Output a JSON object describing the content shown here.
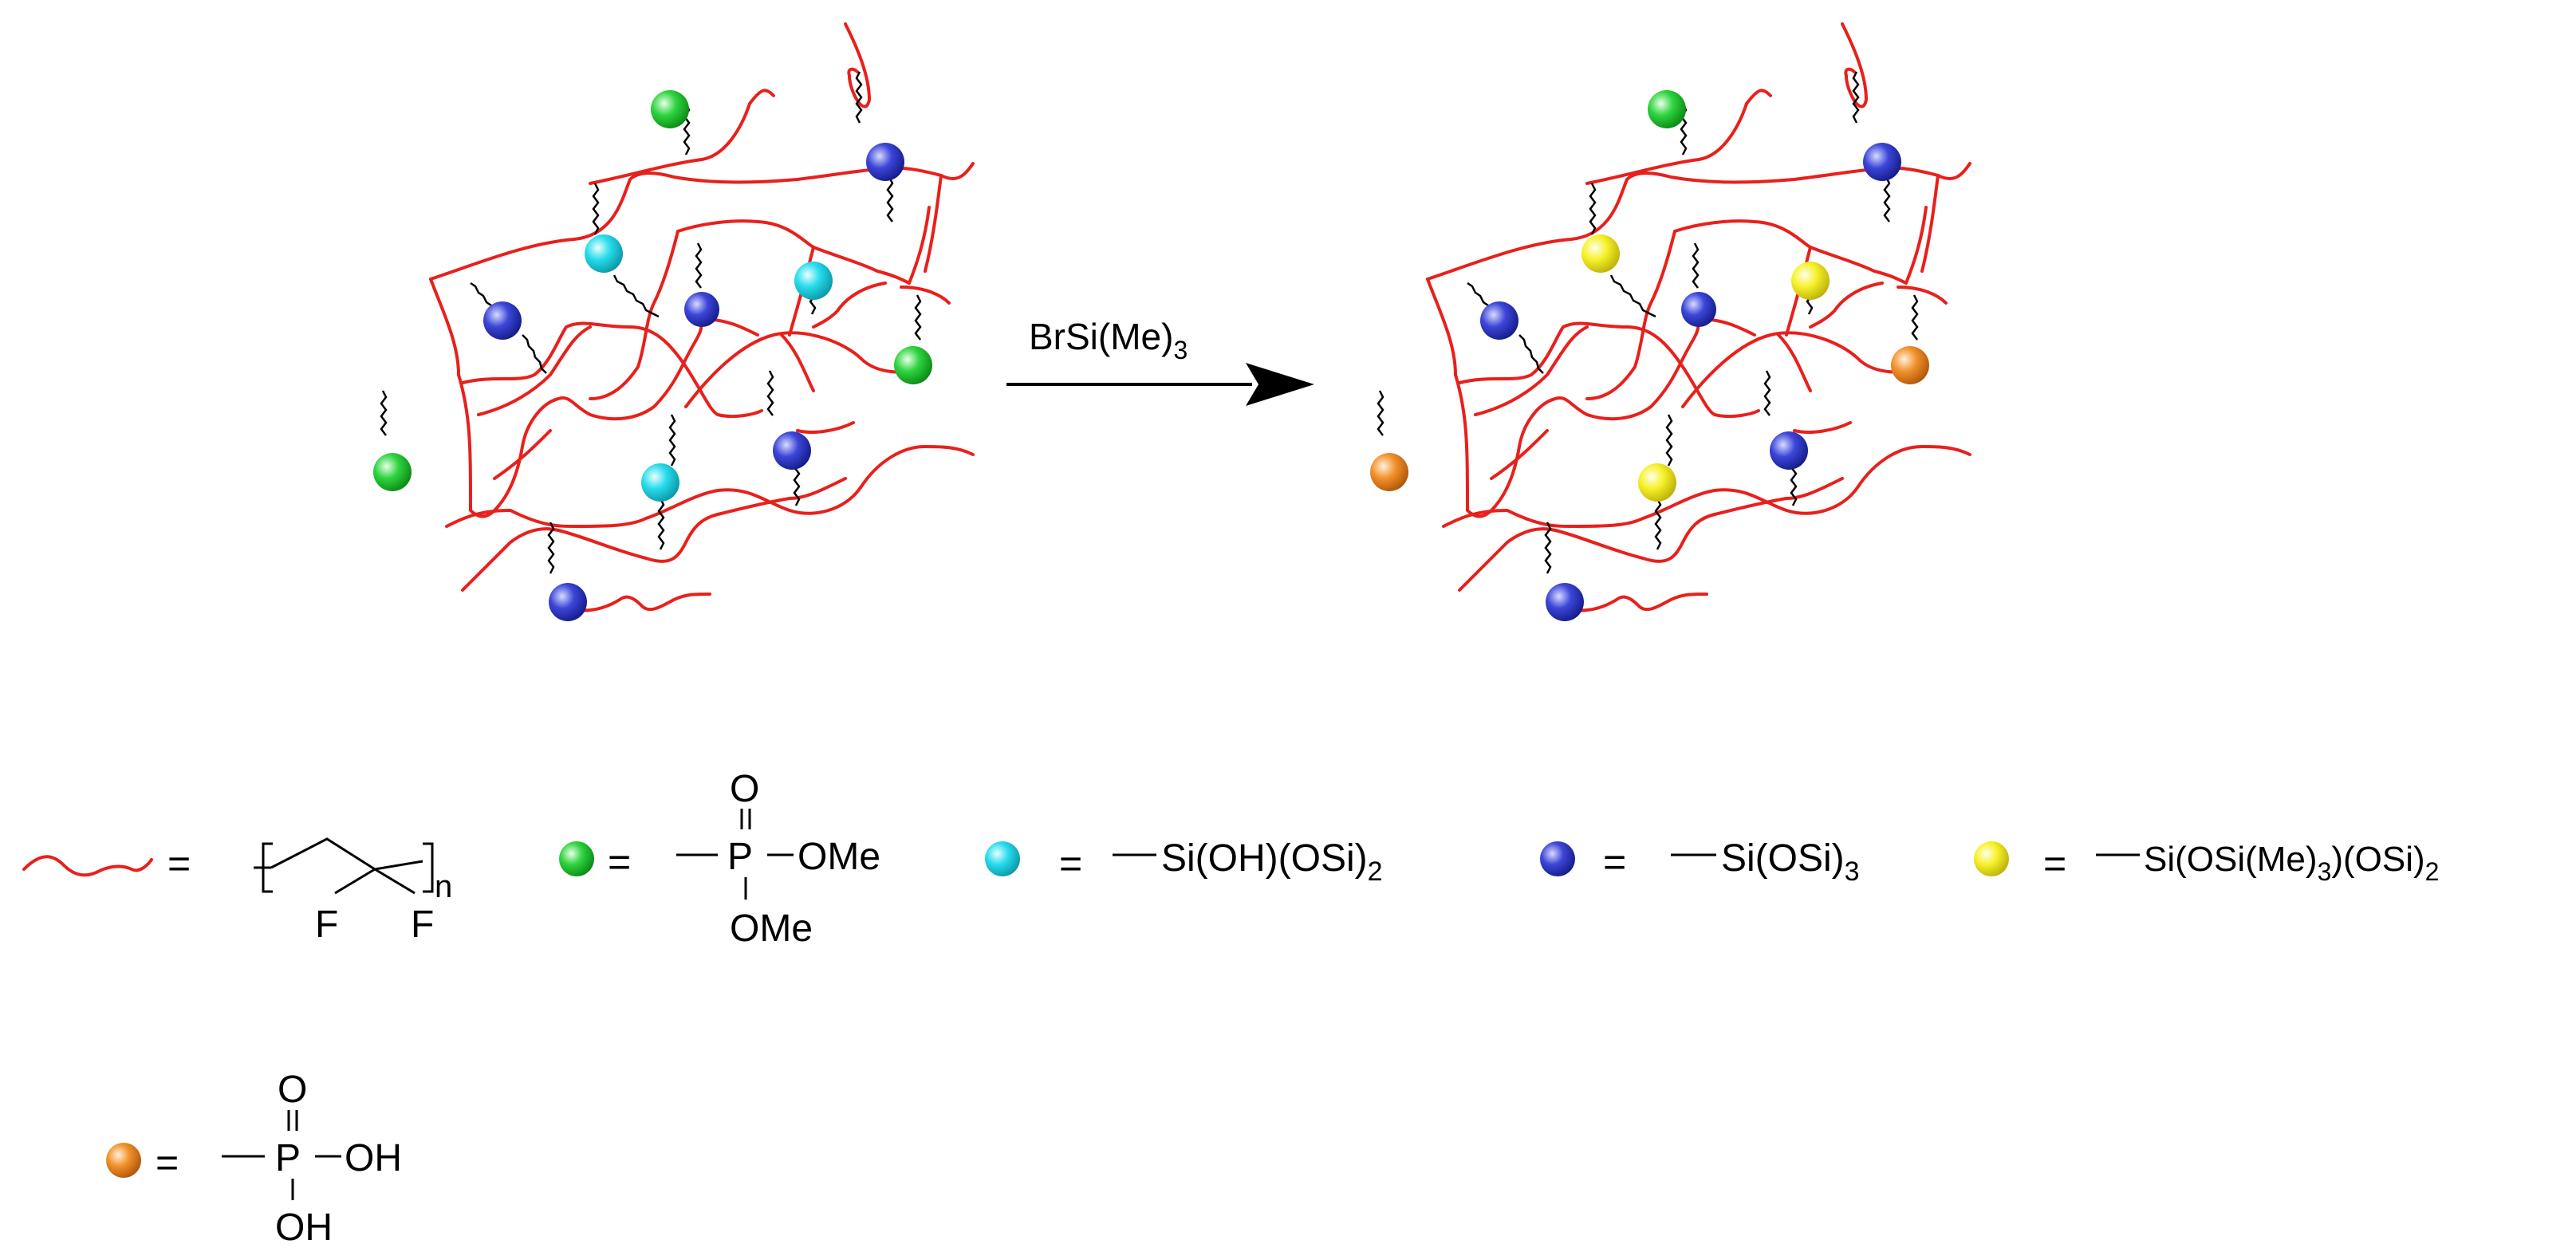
{
  "reaction": {
    "reagent_main": "BrSi(Me)",
    "reagent_sub": "3"
  },
  "legend": {
    "equals": "=",
    "polymer": {
      "n": "n",
      "f1": "F",
      "f2": "F"
    },
    "phosphonate_ester": {
      "o_top": "O",
      "p": "P",
      "ome_right": "OMe",
      "ome_bottom": "OMe"
    },
    "silanol": {
      "main": "Si(OH)(OSi)",
      "sub": "2"
    },
    "siloxane": {
      "main": "Si(OSi)",
      "sub": "3"
    },
    "silylated": {
      "part1": "Si(OSi(Me)",
      "sub1": "3",
      "part2": ")(OSi)",
      "sub2": "2"
    },
    "phosphonic_acid": {
      "o_top": "O",
      "p": "P",
      "oh_right": "OH",
      "oh_bottom": "OH"
    }
  },
  "colors": {
    "polymer_chain": "#e8201c",
    "phosphonate_ester_bead": "#22cc33",
    "silanol_bead": "#22d6e6",
    "siloxane_bead": "#3333cc",
    "silylated_bead": "#f2ee22",
    "phosphonic_acid_bead": "#f08a24"
  }
}
